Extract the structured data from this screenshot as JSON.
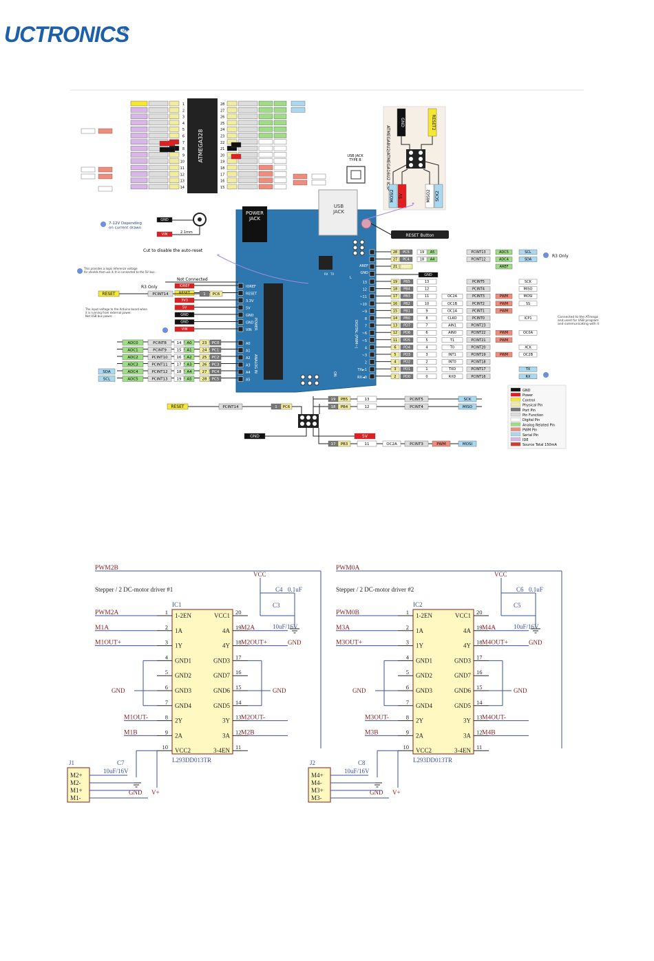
{
  "brand": {
    "name": "UCTRONICS",
    "registered": "®",
    "color": "#1d5fa9"
  },
  "pinout": {
    "chip": "ATMEGA328",
    "icsp_chip": "ATMEGA8U2/ATMEGA16U2 ICSP",
    "icsp_labels": {
      "gnd": "GND",
      "reset2": "RESET2",
      "mosi2": "MOSI2",
      "v5": "5V",
      "miso2": "MISO2",
      "sck2": "SCK2"
    },
    "usb_jack_label": "USB JACK\nTYPE B",
    "usb": "USB\nJACK",
    "power_jack": "POWER\nJACK",
    "power_note": "7-12V Depending\non current drawn",
    "jack_gnd": "GND",
    "jack_vin": "VIN",
    "jack_size": "2.1mm",
    "cut_note": "Cut to disable the auto-reset",
    "reset_button": "RESET Button",
    "r3_only_right": "R3 Only",
    "r3_only_left": "R3 Only",
    "ioref_note": "This provides a logic reference voltage\nfor shields that use it. It is connected to the 5V bus.",
    "not_connected": "Not Connected",
    "input_voltage_note": "The input voltage to the Arduino board when\nit is running from external power.\nNot USB bus power.",
    "icsp_side_note": "Connected to the ATmega\nand used for USB program\nand communicating with it",
    "left_power": [
      {
        "label": "IOREF",
        "color": "#e02020"
      },
      {
        "label": "RESET",
        "color": "#f6e830"
      },
      {
        "label": "3V3",
        "color": "#e02020"
      },
      {
        "label": "5V",
        "color": "#e02020"
      },
      {
        "label": "GND",
        "color": "#111111"
      },
      {
        "label": "GND",
        "color": "#111111"
      },
      {
        "label": "VIN",
        "color": "#e02020"
      }
    ],
    "reset_left": {
      "reset": "RESET",
      "pcint": "PCINT14",
      "num": "1",
      "port": "PC6"
    },
    "analog": [
      {
        "adc": "ADC0",
        "pcint": "PCINT8",
        "num": "14",
        "a": "A0",
        "pin": "23",
        "port": "PC0"
      },
      {
        "adc": "ADC1",
        "pcint": "PCINT9",
        "num": "15",
        "a": "A1",
        "pin": "24",
        "port": "PC1"
      },
      {
        "adc": "ADC2",
        "pcint": "PCINT10",
        "num": "16",
        "a": "A2",
        "pin": "25",
        "port": "PC2"
      },
      {
        "adc": "ADC3",
        "pcint": "PCINT11",
        "num": "17",
        "a": "A3",
        "pin": "26",
        "port": "PC3"
      },
      {
        "adc": "ADC4",
        "pcint": "PCINT12",
        "num": "18",
        "a": "A4",
        "pin": "27",
        "port": "PC4",
        "extra": "SDA"
      },
      {
        "adc": "ADC5",
        "pcint": "PCINT13",
        "num": "19",
        "a": "A5",
        "pin": "28",
        "port": "PC5",
        "extra": "SCL"
      }
    ],
    "right_top": [
      {
        "pin": "28",
        "port": "PC5",
        "num": "19",
        "a": "A5",
        "pcint": "PCINT13",
        "adc": "ADC5",
        "fn": "SCL"
      },
      {
        "pin": "27",
        "port": "PC4",
        "num": "18",
        "a": "A4",
        "pcint": "PCINT12",
        "adc": "ADC4",
        "fn": "SDA"
      },
      {
        "pin": "21",
        "port": "AREF",
        "num": "",
        "a": "",
        "pcint": "",
        "adc": "AREF",
        "fn": ""
      }
    ],
    "right_gnd": "GND",
    "digital": [
      {
        "pin": "19",
        "port": "PB5",
        "num": "13",
        "alt": "",
        "pcint": "PCINT5",
        "pwm": "",
        "fn": "SCK"
      },
      {
        "pin": "18",
        "port": "PB4",
        "num": "12",
        "alt": "",
        "pcint": "PCINT4",
        "pwm": "",
        "fn": "MISO"
      },
      {
        "pin": "17",
        "port": "PB3",
        "num": "11",
        "alt": "OC2A",
        "pcint": "PCINT3",
        "pwm": "PWM",
        "fn": "MOSI"
      },
      {
        "pin": "16",
        "port": "PB2",
        "num": "10",
        "alt": "OC1B",
        "pcint": "PCINT2",
        "pwm": "PWM",
        "fn": "SS"
      },
      {
        "pin": "15",
        "port": "PB1",
        "num": "9",
        "alt": "OC1A",
        "pcint": "PCINT1",
        "pwm": "PWM",
        "fn": ""
      },
      {
        "pin": "14",
        "port": "PB0",
        "num": "8",
        "alt": "CLKO",
        "pcint": "PCINT0",
        "pwm": "",
        "fn": "ICP1"
      },
      {
        "pin": "13",
        "port": "PD7",
        "num": "7",
        "alt": "AIN1",
        "pcint": "PCINT23",
        "pwm": "",
        "fn": ""
      },
      {
        "pin": "12",
        "port": "PD6",
        "num": "6",
        "alt": "AIN0",
        "pcint": "PCINT22",
        "pwm": "PWM",
        "fn": "OC0A"
      },
      {
        "pin": "11",
        "port": "PD5",
        "num": "5",
        "alt": "T1",
        "pcint": "PCINT21",
        "pwm": "PWM",
        "fn": ""
      },
      {
        "pin": "6",
        "port": "PD4",
        "num": "4",
        "alt": "T0",
        "pcint": "PCINT20",
        "pwm": "",
        "fn": "XCK"
      },
      {
        "pin": "5",
        "port": "PD3",
        "num": "3",
        "alt": "INT1",
        "pcint": "PCINT19",
        "pwm": "PWM",
        "fn": "OC2B"
      },
      {
        "pin": "4",
        "port": "PD2",
        "num": "2",
        "alt": "INT0",
        "pcint": "PCINT18",
        "pwm": "",
        "fn": ""
      },
      {
        "pin": "3",
        "port": "PD1",
        "num": "1",
        "alt": "TXD",
        "pcint": "PCINT17",
        "pwm": "",
        "fn": "TX"
      },
      {
        "pin": "2",
        "port": "PD0",
        "num": "0",
        "alt": "RXD",
        "pcint": "PCINT16",
        "pwm": "",
        "fn": "RX"
      }
    ],
    "bottom_icsp": {
      "reset": "RESET",
      "pcint14": "PCINT14",
      "n1": "1",
      "pc6": "PC6",
      "r1": {
        "pin": "19",
        "port": "PB5",
        "num": "13",
        "pcint": "PCINT5",
        "fn": "SCK"
      },
      "r2": {
        "pin": "18",
        "port": "PB4",
        "num": "12",
        "pcint": "PCINT4",
        "fn": "MISO"
      },
      "gnd": "GND",
      "v5": "5V",
      "r3": {
        "pin": "17",
        "port": "PB3",
        "num": "11",
        "alt": "OC2A",
        "pcint": "PCINT3",
        "pwm": "PWM",
        "fn": "MOSI"
      }
    },
    "legend": [
      {
        "label": "GND",
        "color": "#111111"
      },
      {
        "label": "Power",
        "color": "#e02020"
      },
      {
        "label": "Control",
        "color": "#f6e830"
      },
      {
        "label": "Physical Pin",
        "color": "#f1ec9e"
      },
      {
        "label": "Port Pin",
        "color": "#777777"
      },
      {
        "label": "Pin Function",
        "color": "#dddddd"
      },
      {
        "label": "Digital Pin",
        "color": "#ffffff"
      },
      {
        "label": "Analog Related Pin",
        "color": "#9fdc86"
      },
      {
        "label": "PWM Pin",
        "color": "#f08c7c"
      },
      {
        "label": "Serial Pin",
        "color": "#a9d8f0"
      },
      {
        "label": "IDE",
        "color": "#d9b6e8"
      },
      {
        "label": "Source Total 150mA",
        "color": "#c84030"
      }
    ],
    "board_labels": {
      "aref": "AREF",
      "gnd": "GND",
      "ioref": "IOREF",
      "reset": "RESET",
      "v33": "3.3V",
      "v5": "5V",
      "gnd1": "GND",
      "gnd2": "GND",
      "vin": "VIN",
      "power": "POWER",
      "analog_in": "ANALOG IN",
      "digital": "DIGITAL (PWM~)",
      "on": "ON",
      "l": "L",
      "tx": "TX",
      "rx": "RX"
    }
  },
  "schematic": {
    "ic1": {
      "name": "IC1",
      "part": "L293DD013TR",
      "net_top": "PWM2B",
      "title": "Stepper / 2 DC-motor driver #1",
      "vcc": "VCC",
      "c_top": "C4",
      "c_top_val": "0.1uF",
      "c_bot": "C3",
      "c_bot_val": "10uF/16V",
      "gnd": "GND",
      "left_nets": [
        "PWM2A",
        "M1A",
        "M1OUT+",
        "",
        "",
        "",
        "",
        "M1OUT-",
        "M1B",
        ""
      ],
      "right_nets": [
        "",
        "M2A",
        "M2OUT+",
        "",
        "",
        "",
        "",
        "M2OUT-",
        "M2B",
        ""
      ],
      "left_pins": [
        "1",
        "2",
        "3",
        "4",
        "5",
        "6",
        "7",
        "8",
        "9",
        "10"
      ],
      "right_pins": [
        "20",
        "19",
        "18",
        "17",
        "16",
        "15",
        "14",
        "13",
        "12",
        "11"
      ],
      "left_names": [
        "1-2EN",
        "1A",
        "1Y",
        "GND1",
        "GND2",
        "GND3",
        "GND4",
        "2Y",
        "2A",
        "VCC2"
      ],
      "right_names": [
        "VCC1",
        "4A",
        "4Y",
        "GND3",
        "GND7",
        "GND6",
        "GND5",
        "3Y",
        "3A",
        "3-4EN"
      ],
      "gnd_left": "GND",
      "gnd_right": "GND",
      "cap": "C7",
      "cap_val": "10uF/16V",
      "cap_gnd": "GND",
      "vplus": "V+",
      "conn": "J1",
      "conn_pins": [
        "M2+",
        "M2-",
        "M1+",
        "M1-"
      ]
    },
    "ic2": {
      "name": "IC2",
      "part": "L293DD013TR",
      "net_top": "PWM0A",
      "title": "Stepper / 2 DC-motor driver #2",
      "vcc": "VCC",
      "c_top": "C6",
      "c_top_val": "0.1uF",
      "c_bot": "C5",
      "c_bot_val": "10uF/16V",
      "gnd": "GND",
      "left_nets": [
        "PWM0B",
        "M3A",
        "M3OUT+",
        "",
        "",
        "",
        "",
        "M3OUT-",
        "M3B",
        ""
      ],
      "right_nets": [
        "",
        "M4A",
        "M4OUT+",
        "",
        "",
        "",
        "",
        "M4OUT-",
        "M4B",
        ""
      ],
      "left_pins": [
        "1",
        "2",
        "3",
        "4",
        "5",
        "6",
        "7",
        "8",
        "9",
        "10"
      ],
      "right_pins": [
        "20",
        "19",
        "18",
        "17",
        "16",
        "15",
        "14",
        "13",
        "12",
        "11"
      ],
      "left_names": [
        "1-2EN",
        "1A",
        "1Y",
        "GND1",
        "GND2",
        "GND3",
        "GND4",
        "2Y",
        "2A",
        "VCC2"
      ],
      "right_names": [
        "VCC1",
        "4A",
        "4Y",
        "GND3",
        "GND7",
        "GND6",
        "GND5",
        "3Y",
        "3A",
        "3-4EN"
      ],
      "gnd_left": "GND",
      "gnd_right": "GND",
      "cap": "C8",
      "cap_val": "10uF/16V",
      "cap_gnd": "GND",
      "vplus": "V+",
      "conn": "J2",
      "conn_pins": [
        "M4+",
        "M4-",
        "M3+",
        "M3-"
      ]
    }
  }
}
